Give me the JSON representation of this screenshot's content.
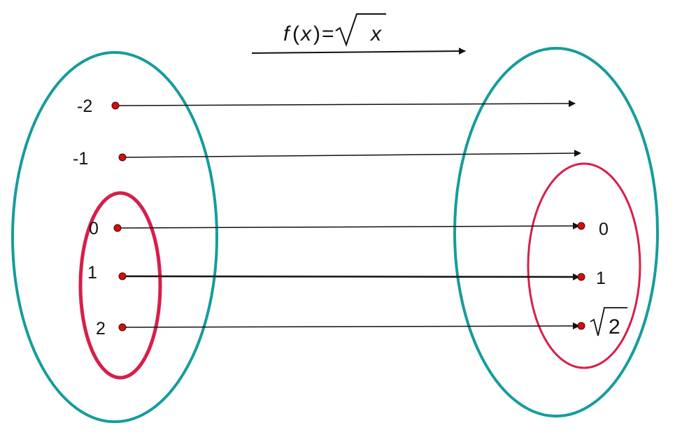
{
  "diagram": {
    "title": {
      "f": "f",
      "open": "(",
      "x": "x",
      "close": ")",
      "eq": "=",
      "radicand": "x"
    },
    "domain": {
      "values": [
        "-2",
        "-1",
        "0",
        "1",
        "2"
      ]
    },
    "codomain": {
      "values": [
        "0",
        "1",
        "2"
      ]
    },
    "colors": {
      "set_outline": "#169C9C",
      "subset_outline": "#D81E4A",
      "point": "#CC1111",
      "arrow": "#111111"
    }
  }
}
